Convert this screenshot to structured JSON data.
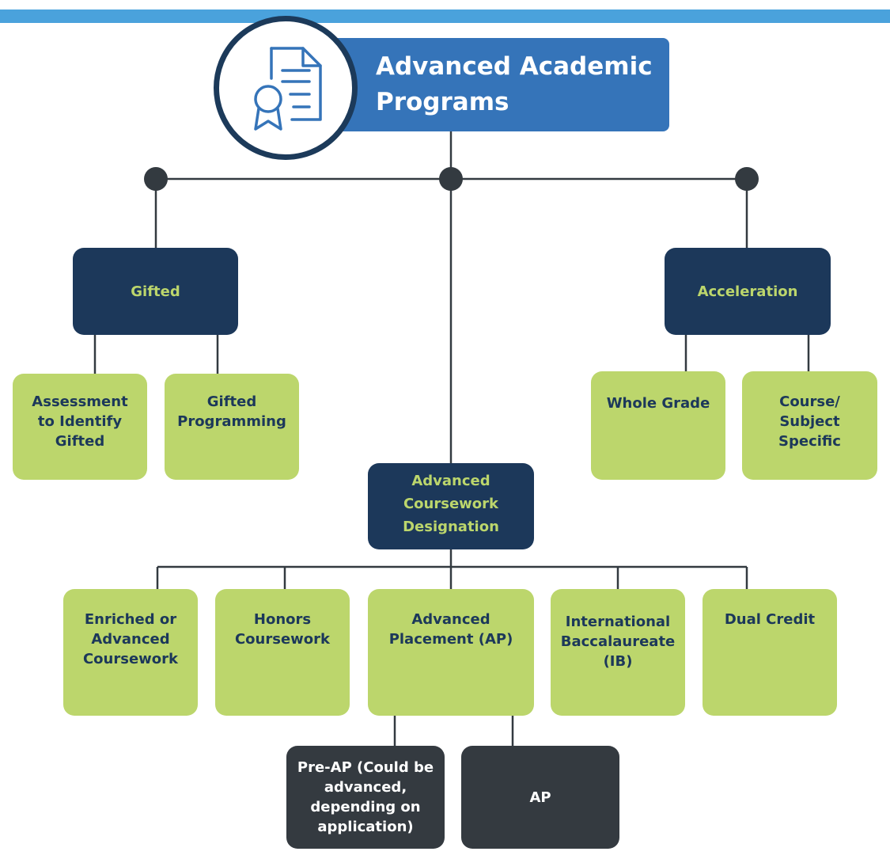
{
  "title": "Advanced Academic Programs",
  "colors": {
    "top_bar": "#4aa2dc",
    "title_box": "#3574b9",
    "category_box": "#1c385a",
    "category_text": "#bcd66c",
    "leaf_box": "#bcd66c",
    "leaf_text": "#1c385a",
    "sub_leaf_box": "#343a40",
    "connector": "#333a40"
  },
  "icons": {
    "badge": "certificate-document-icon"
  },
  "categories": {
    "gifted": {
      "label": "Gifted",
      "children": [
        "Assessment\nto Identify\nGifted",
        "Gifted\nProgramming"
      ]
    },
    "advanced_coursework": {
      "label": "Advanced\nCoursework\nDesignation",
      "children": [
        "Enriched or\nAdvanced\nCoursework",
        "Honors\nCoursework",
        "Advanced\nPlacement (AP)",
        "International\nBaccalaureate\n(IB)",
        "Dual Credit"
      ],
      "ap_children": [
        "Pre-AP (Could be\nadvanced,\ndepending on\napplication)",
        "AP"
      ]
    },
    "acceleration": {
      "label": "Acceleration",
      "children": [
        "Whole Grade",
        "Course/\nSubject\nSpecific"
      ]
    }
  }
}
